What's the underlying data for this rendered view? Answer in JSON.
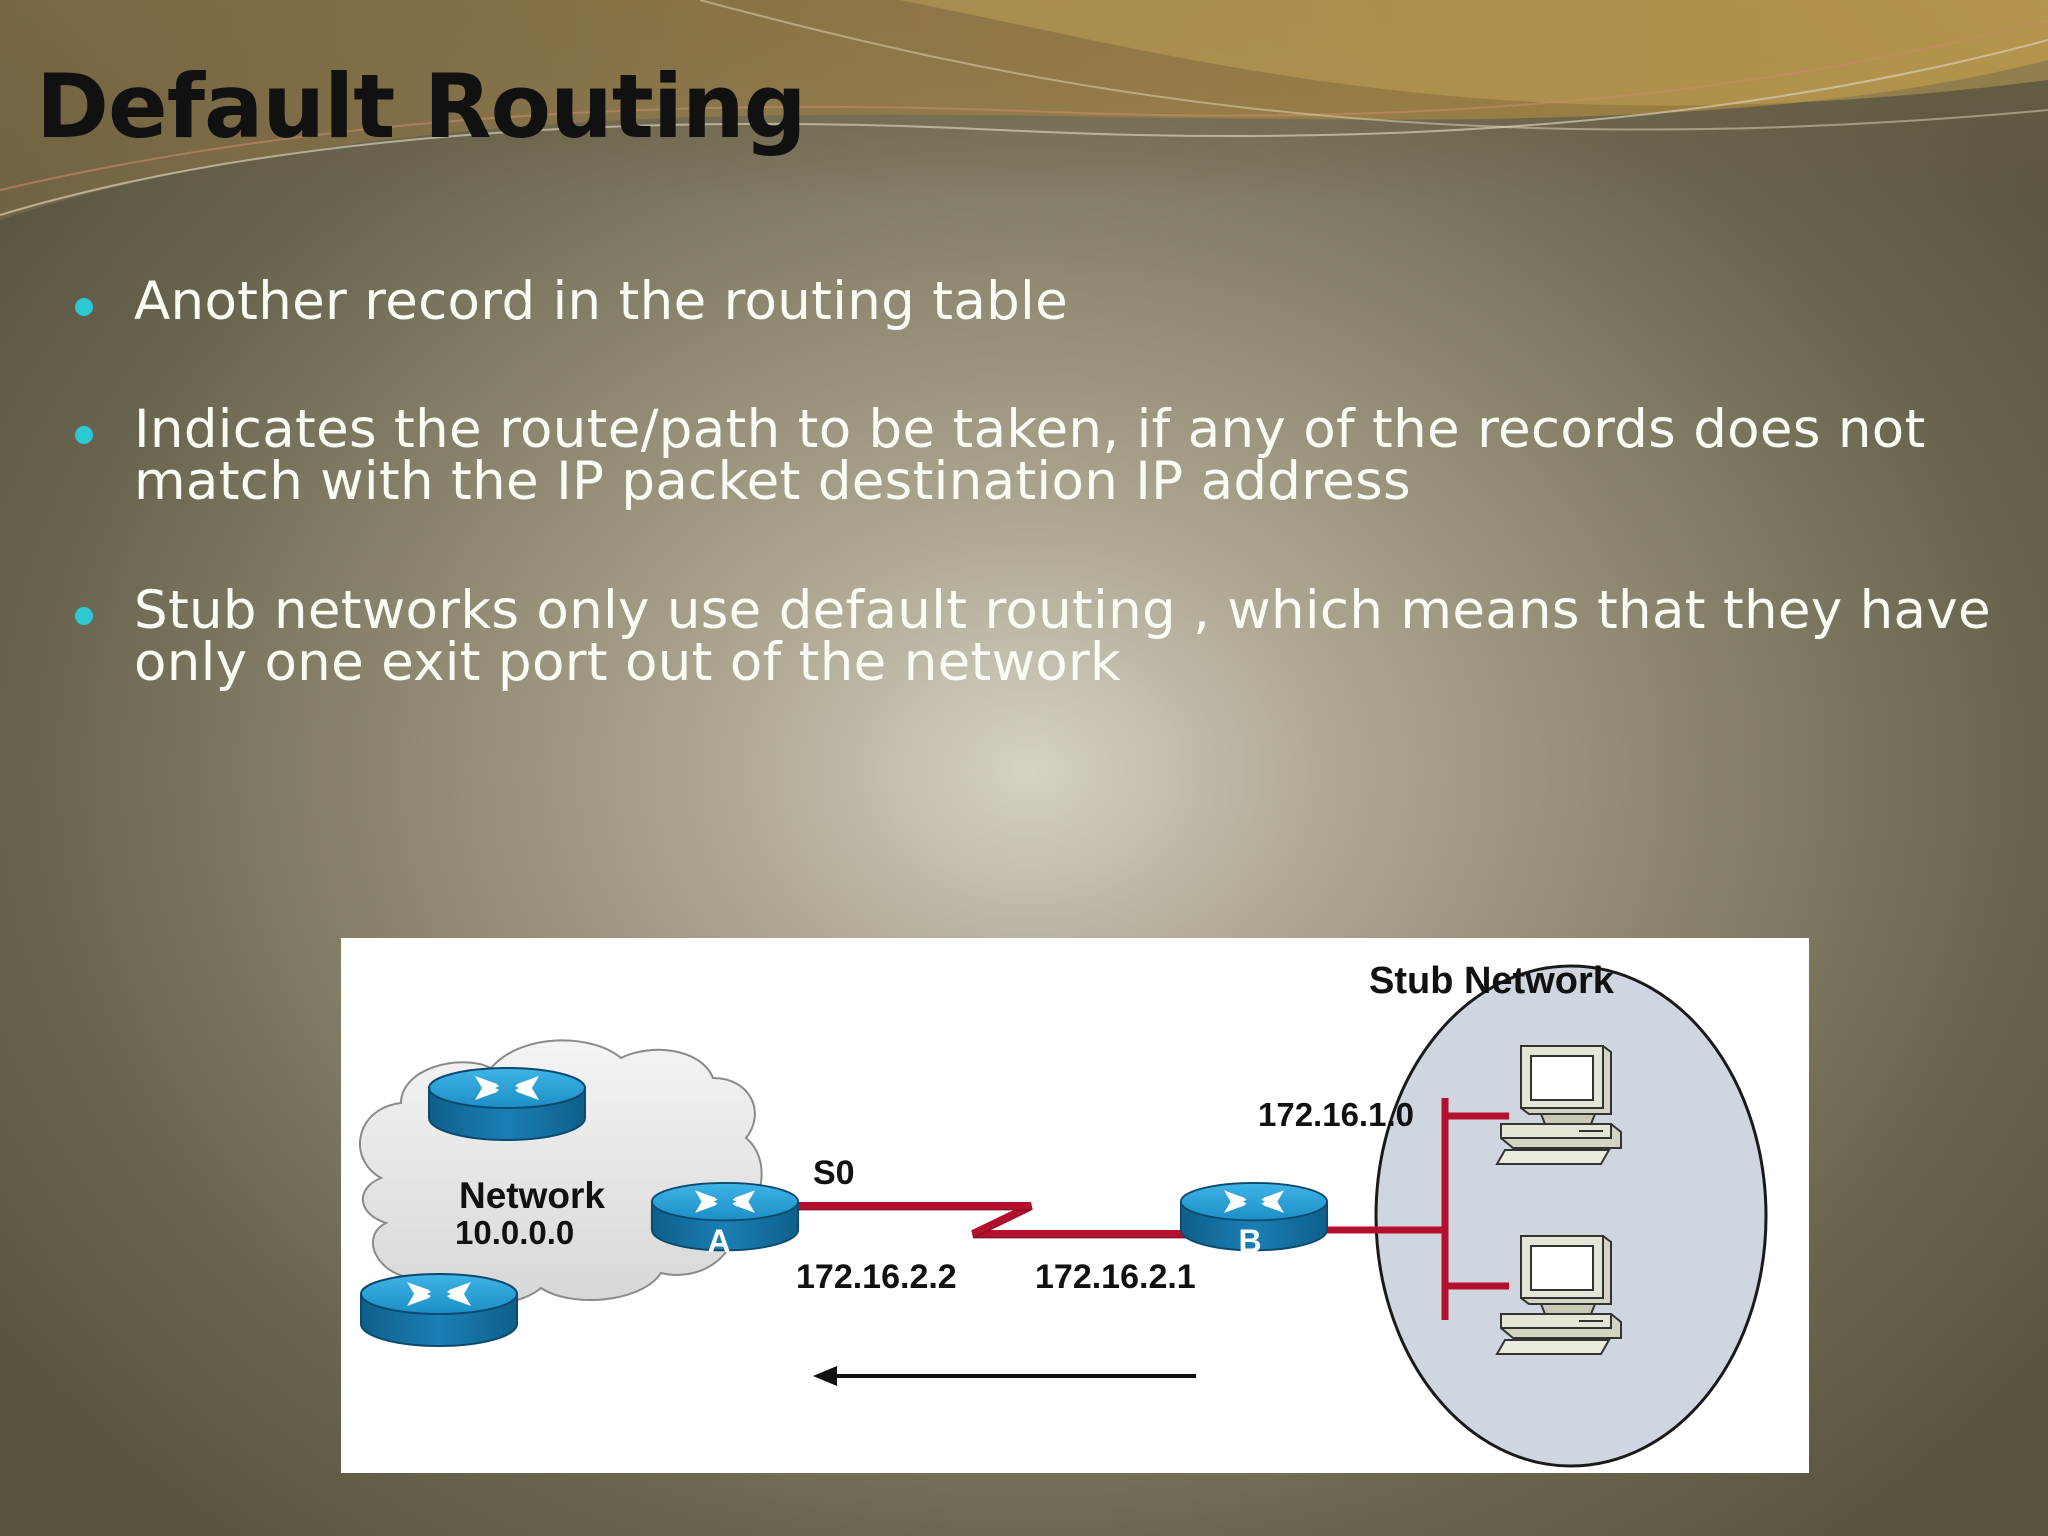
{
  "slide": {
    "title": "Default Routing",
    "bullets": [
      "Another record in the routing table",
      "Indicates the route/path to be taken, if any of the records does not match with the IP packet destination IP address",
      "Stub networks only use default routing , which means that they have only one exit port out of the network"
    ]
  },
  "diagram": {
    "stub_network_label": "Stub Network",
    "network_label": "Network",
    "network_address": "10.0.0.0",
    "router_a_label": "A",
    "router_b_label": "B",
    "interface_label": "S0",
    "ip_router_a": "172.16.2.2",
    "ip_router_b": "172.16.2.1",
    "stub_lan_address": "172.16.1.0"
  },
  "colors": {
    "bullet": "#2ec8d4",
    "title": "#111111",
    "body_text": "#fbfbf5",
    "link": "#b3102e",
    "router": "#1c8ec6",
    "stub_circle": "#cfd6e0"
  }
}
